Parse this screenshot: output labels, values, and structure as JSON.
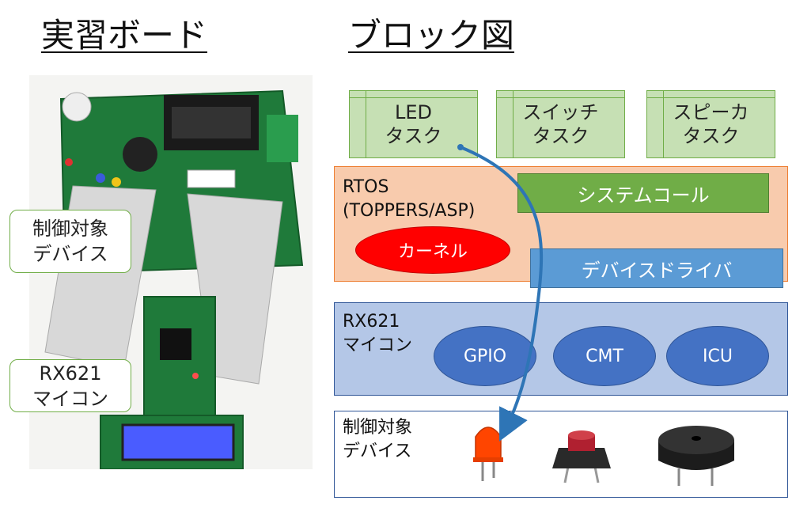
{
  "left_heading": "実習ボード",
  "right_heading": "ブロック図",
  "tasks": [
    {
      "label": "LED\nタスク"
    },
    {
      "label": "スイッチ\nタスク"
    },
    {
      "label": "スピーカ\nタスク"
    }
  ],
  "rtos": {
    "label": "RTOS\n(TOPPERS/ASP)",
    "syscall": "システムコール",
    "kernel": "カーネル",
    "driver": "デバイスドライバ"
  },
  "mcu": {
    "label": "RX621\nマイコン",
    "blocks": [
      "GPIO",
      "CMT",
      "ICU"
    ]
  },
  "devices": {
    "label": "制御対象\nデバイス"
  },
  "photo_callouts": {
    "devices": "制御対象\nデバイス",
    "mcu": "RX621\nマイコン"
  },
  "colors": {
    "task_fill": "#c6e0b4",
    "task_border": "#70ad47",
    "rtos_fill": "#f8cbad",
    "rtos_border": "#ed7d31",
    "syscall_fill": "#70ad47",
    "kernel_fill": "#ff0000",
    "driver_fill": "#5b9bd5",
    "mcu_fill": "#b4c7e7",
    "mcu_border": "#2f5597",
    "mcu_block_fill": "#4472c4",
    "arrow": "#2e75b6"
  }
}
